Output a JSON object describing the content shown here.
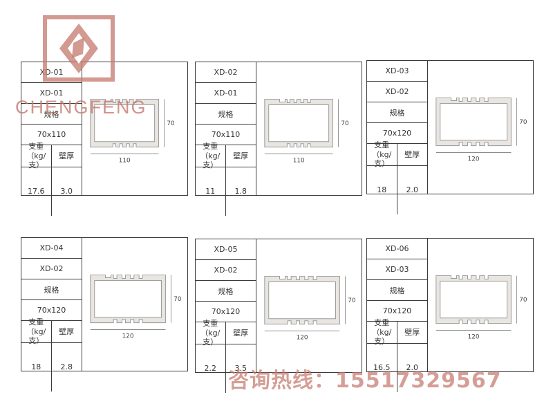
{
  "watermark": {
    "brand": "CHENGFENG",
    "hotline": "咨询热线：15517329567",
    "color": "#c4786e"
  },
  "labels": {
    "spec": "规格",
    "weight_line1": "支重",
    "weight_line2": "（kg/支）",
    "thickness": "壁厚"
  },
  "profiles": [
    {
      "code": "XD-01",
      "ref": "XD-01",
      "size": "70x110",
      "weight": "17.6",
      "thickness": "3.0",
      "width_label": "110",
      "height_label": "70"
    },
    {
      "code": "XD-02",
      "ref": "XD-01",
      "size": "70x110",
      "weight": "11",
      "thickness": "1.8",
      "width_label": "110",
      "height_label": "70"
    },
    {
      "code": "XD-03",
      "ref": "XD-02",
      "size": "70x120",
      "weight": "18",
      "thickness": "2.0",
      "width_label": "120",
      "height_label": "70"
    },
    {
      "code": "XD-04",
      "ref": "XD-02",
      "size": "70x120",
      "weight": "18",
      "thickness": "2.8",
      "width_label": "120",
      "height_label": "70"
    },
    {
      "code": "XD-05",
      "ref": "XD-02",
      "size": "70x120",
      "weight": "2.2",
      "thickness": "3.5",
      "width_label": "120",
      "height_label": "70"
    },
    {
      "code": "XD-06",
      "ref": "XD-03",
      "size": "70x120",
      "weight": "16.5",
      "thickness": "2.0",
      "width_label": "120",
      "height_label": "70"
    }
  ]
}
